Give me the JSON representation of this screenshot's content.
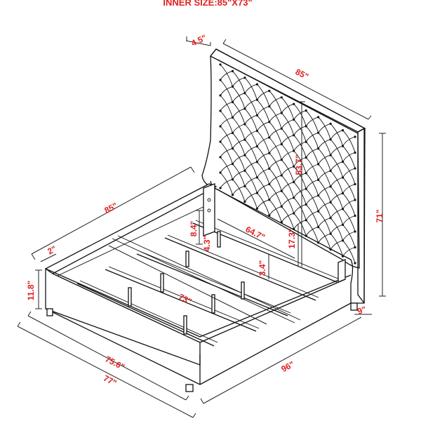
{
  "title": "INNER SIZE:85\"X73\"",
  "dimensions": {
    "headboard_depth": "4.5\"",
    "headboard_width": "85\"",
    "headboard_tuft_height": "53.7\"",
    "total_height": "71\"",
    "side_rail_length": "85\"",
    "rail_depth": "2\"",
    "slat_post_upper": "8.4\"",
    "slat_post_lower": "4.3\"",
    "inner_length": "64.7\"",
    "leg_clearance": "17.3\"",
    "slat_height": "3.4\"",
    "base_height": "11.8\"",
    "slat_span": "73\"",
    "foot_width_inner": "75.6\"",
    "foot_width_outer": "77\"",
    "overall_length": "96\"",
    "wing_depth": "9\""
  },
  "colors": {
    "label": "#e02020",
    "line": "#111111"
  }
}
